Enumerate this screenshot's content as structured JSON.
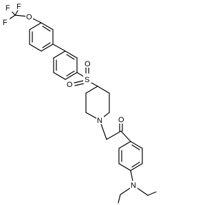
{
  "structure": {
    "atoms": {
      "f1": "F",
      "f2": "F",
      "f3": "F",
      "o_ether": "O",
      "s_sulfonyl": "S",
      "o_sulfonyl_a": "O",
      "o_sulfonyl_b": "O",
      "n_piperidine": "N",
      "o_carbonyl": "O",
      "n_amine": "N"
    }
  }
}
